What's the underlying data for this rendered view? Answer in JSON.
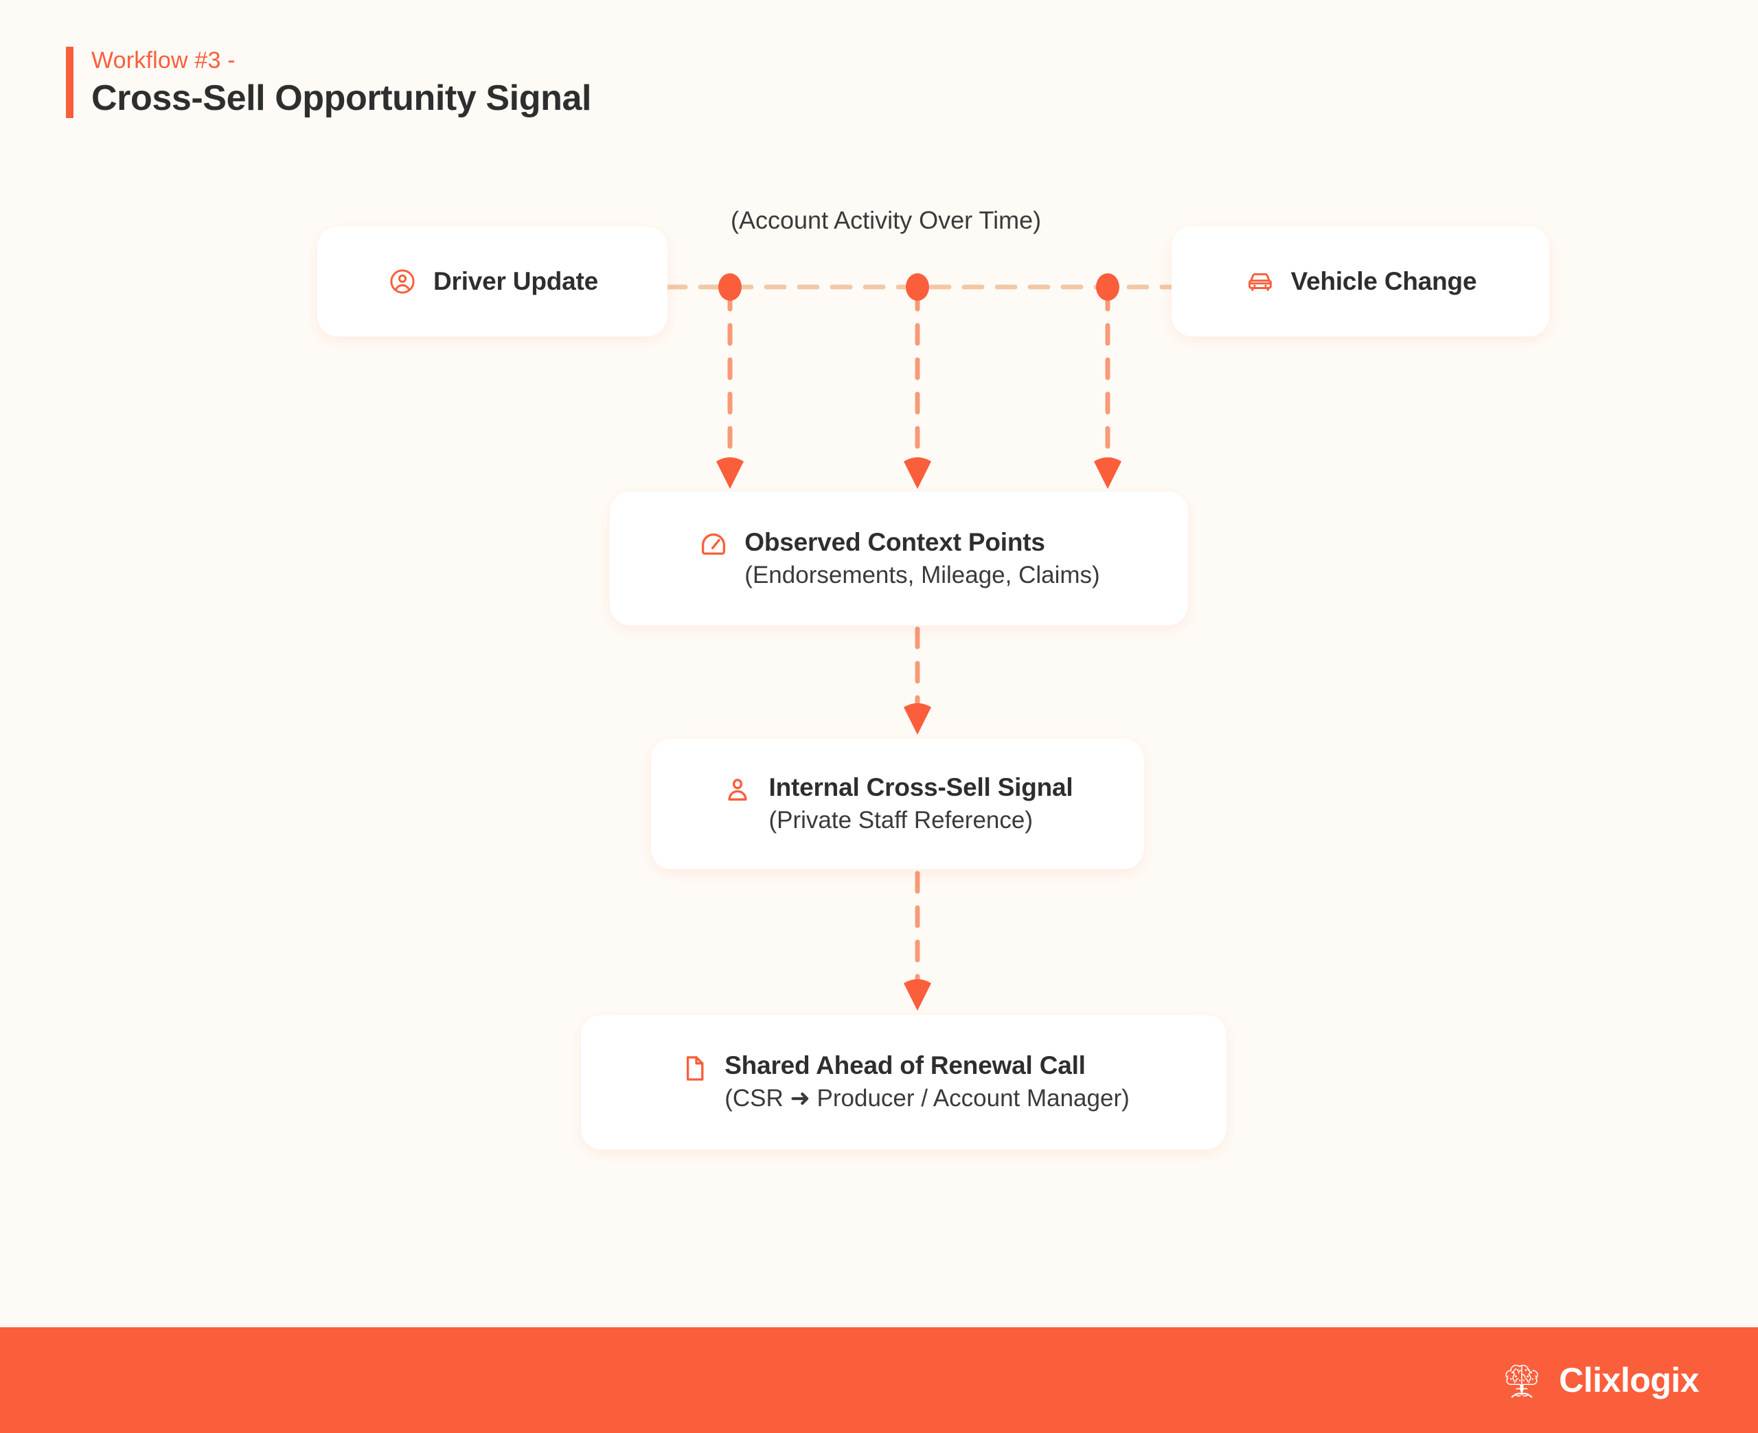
{
  "page": {
    "background_color": "#FEFBF6",
    "accent_color": "#FB5E3B",
    "text_color": "#2E2E2E"
  },
  "header": {
    "eyebrow": "Workflow #3 -",
    "title": "Cross-Sell Opportunity Signal",
    "accent_bar_color": "#FB5E3B"
  },
  "diagram": {
    "timeline_caption": "(Account Activity Over Time)",
    "nodes": [
      {
        "id": "driver-update",
        "title": "Driver Update",
        "subtitle": "",
        "icon": "user-circle-icon"
      },
      {
        "id": "vehicle-change",
        "title": "Vehicle Change",
        "subtitle": "",
        "icon": "car-front-icon"
      },
      {
        "id": "observed-context-points",
        "title": "Observed Context Points",
        "subtitle": "(Endorsements, Mileage, Claims)",
        "icon": "gauge-icon"
      },
      {
        "id": "internal-cross-sell-signal",
        "title": "Internal Cross-Sell Signal",
        "subtitle": "(Private Staff Reference)",
        "icon": "person-icon"
      },
      {
        "id": "shared-ahead-of-renewal-call",
        "title": "Shared Ahead of Renewal Call",
        "subtitle": "(CSR ➜ Producer / Account Manager)",
        "icon": "document-icon"
      }
    ],
    "connectors": {
      "timeline_dot_count": 3,
      "dot_color": "#FB5E3B",
      "dashed_line_color": "#F79A78",
      "arrow_color": "#FB5E3B"
    }
  },
  "footer": {
    "brand_name": "Clixlogix",
    "brand_logo": "tree-brain-logo",
    "background_color": "#FB5E3B"
  }
}
